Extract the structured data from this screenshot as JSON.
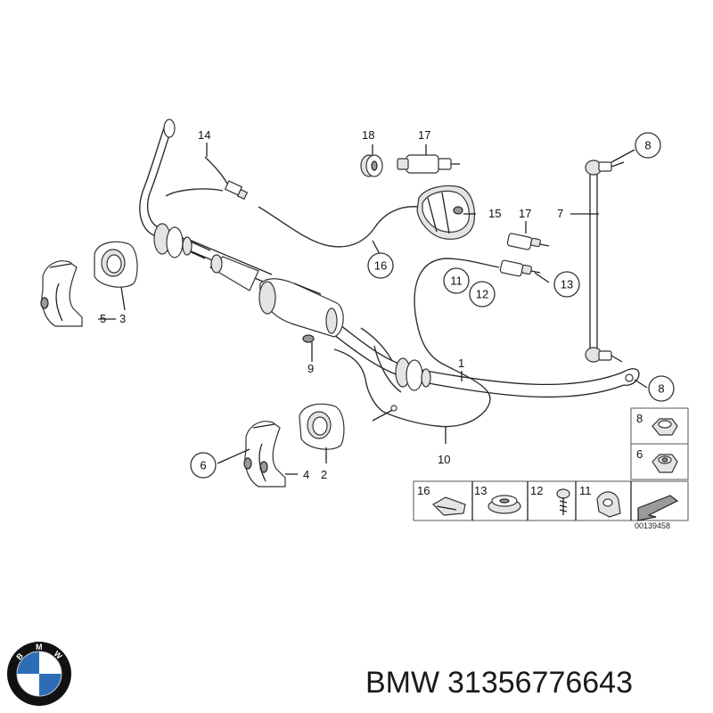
{
  "callouts": {
    "c1": "1",
    "c2": "2",
    "c3": "3",
    "c4": "4",
    "c5": "5",
    "c6": "6",
    "c7": "7",
    "c8a": "8",
    "c8b": "8",
    "c9": "9",
    "c10": "10",
    "c11": "11",
    "c12": "12",
    "c13": "13",
    "c14": "14",
    "c15": "15",
    "c16": "16",
    "c17a": "17",
    "c17b": "17",
    "c18": "18"
  },
  "legend_box": {
    "row_top_label": "8",
    "row_mid_label": "6",
    "items": [
      "16",
      "13",
      "12",
      "11"
    ]
  },
  "diagram_code": "00139458",
  "brand": {
    "name": "BMW",
    "part_number": "31356776643",
    "logo_letters": [
      "B",
      "M",
      "W"
    ],
    "logo_colors": {
      "blue": "#2d6db5",
      "white": "#ffffff",
      "ring": "#111111"
    }
  }
}
